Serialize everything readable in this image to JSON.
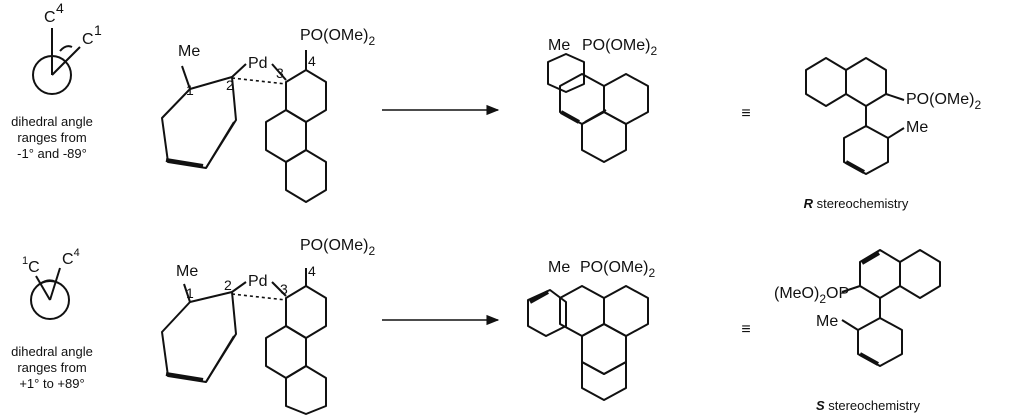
{
  "row_r": {
    "newman": {
      "front_label": "C",
      "front_sup": "1",
      "back_label": "C",
      "back_sup": "4"
    },
    "caption": [
      "dihedral angle",
      "ranges from",
      "-1° and -89°"
    ],
    "ts": {
      "me": "Me",
      "pd": "Pd",
      "po": "PO(OMe)",
      "po_sub": "2",
      "n1": "1",
      "n2": "2",
      "n3": "3",
      "n4": "4"
    },
    "product": {
      "me": "Me",
      "po": "PO(OMe)",
      "po_sub": "2"
    },
    "equiv": "≡",
    "drawn": {
      "po": "PO(OMe)",
      "po_sub": "2",
      "me": "Me"
    },
    "stereo_letter": "R",
    "stereo_text": " stereochemistry"
  },
  "row_s": {
    "newman": {
      "front_label": "C",
      "front_sup": "1",
      "back_label": "C",
      "back_sup": "4"
    },
    "caption": [
      "dihedral angle",
      "ranges from",
      "+1° to +89°"
    ],
    "ts": {
      "me": "Me",
      "pd": "Pd",
      "po": "PO(OMe)",
      "po_sub": "2",
      "n1": "1",
      "n2": "2",
      "n3": "3",
      "n4": "4"
    },
    "product": {
      "me": "Me",
      "po": "PO(OMe)",
      "po_sub": "2"
    },
    "equiv": "≡",
    "drawn": {
      "po_pre": "(MeO)",
      "po_pre_sub": "2",
      "po_post": "OP",
      "me": "Me"
    },
    "stereo_letter": "S",
    "stereo_text": " stereochemistry"
  }
}
